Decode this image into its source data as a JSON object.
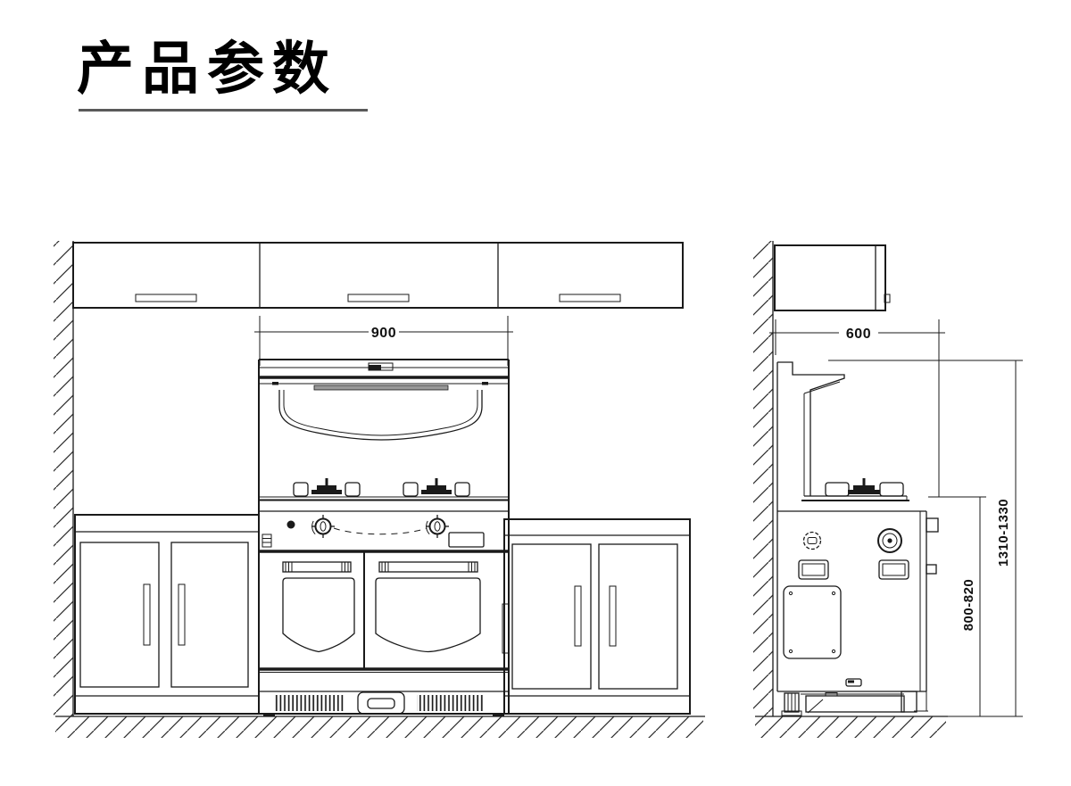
{
  "title": {
    "text": "产品参数"
  },
  "colors": {
    "background": "#ffffff",
    "line": "#1a1a1a",
    "title": "#000000",
    "underline": "#5a5a5a",
    "led_bar": "#999999"
  },
  "dimensions": {
    "stove_width": "900",
    "cabinet_depth": "600",
    "overall_height": "1310-1330",
    "counter_height": "800-820"
  }
}
